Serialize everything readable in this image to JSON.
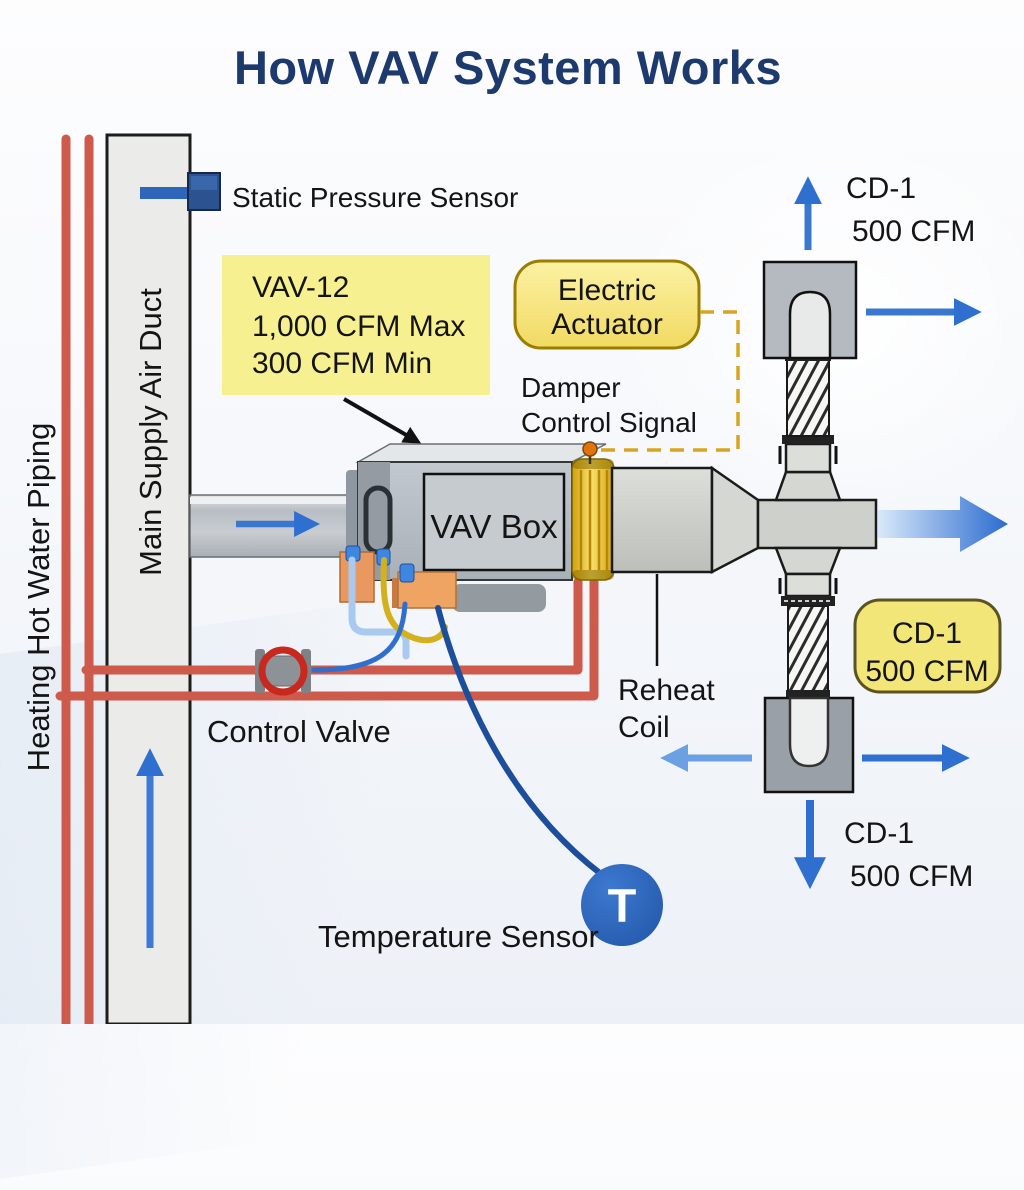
{
  "title": "How VAV System Works",
  "colors": {
    "title_navy": "#1d3a6e",
    "airflow_blue": "#2f6fd0",
    "pipe_red": "#cd5242",
    "highlight_yellow": "#f7f091",
    "actuator_gold": "#e8b70a",
    "signal_dashed_gold": "#d8a520",
    "sensor_blue": "#2a63ba",
    "duct_gray": "#c3c7cb"
  },
  "supply": {
    "main_duct_label": "Main Supply Air Duct",
    "hot_water_label": "Heating Hot Water Piping",
    "static_pressure_label": "Static Pressure Sensor"
  },
  "vav_tag": {
    "line1": "VAV-12",
    "line2": "1,000 CFM Max",
    "line3": "300 CFM Min"
  },
  "actuator": {
    "line1": "Electric",
    "line2": "Actuator"
  },
  "damper_signal": {
    "line1": "Damper",
    "line2": "Control Signal"
  },
  "vav_box_label": "VAV Box",
  "reheat_coil": {
    "line1": "Reheat",
    "line2": "Coil"
  },
  "control_valve_label": "Control Valve",
  "temperature_sensor": {
    "label": "Temperature Sensor",
    "symbol": "T"
  },
  "diffusers": {
    "top": {
      "tag": "CD-1",
      "cfm": "500 CFM"
    },
    "middle": {
      "tag": "CD-1",
      "cfm": "500 CFM"
    },
    "bottom": {
      "tag": "CD-1",
      "cfm": "500 CFM"
    }
  }
}
